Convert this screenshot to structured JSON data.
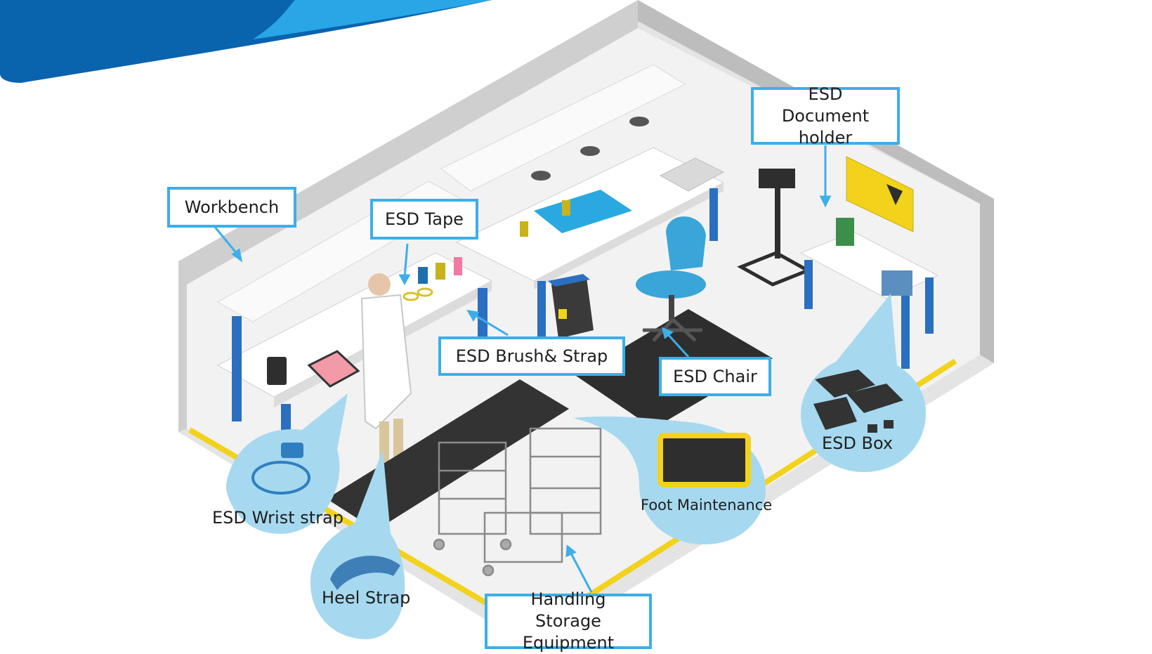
{
  "labels": {
    "workbench": "Workbench",
    "esd_tape": "ESD Tape",
    "esd_document_holder": "ESD Document holder",
    "esd_brush_strap": "ESD Brush& Strap",
    "esd_chair": "ESD Chair",
    "handling_storage": "Handling Storage Equipment",
    "esd_wrist_strap": "ESD Wrist strap",
    "heel_strap": "Heel Strap",
    "foot_maintenance": "Foot Maintenance",
    "esd_box": "ESD Box"
  },
  "colors": {
    "accent": "#3daee9",
    "banner_dark": "#0a63ad",
    "banner_light": "#28a6e6",
    "bubble": "#a6d9ef",
    "frame_blue": "#2a6fc0",
    "esd_yellow": "#f2d21b",
    "mat_dark": "#2e2e2e"
  }
}
